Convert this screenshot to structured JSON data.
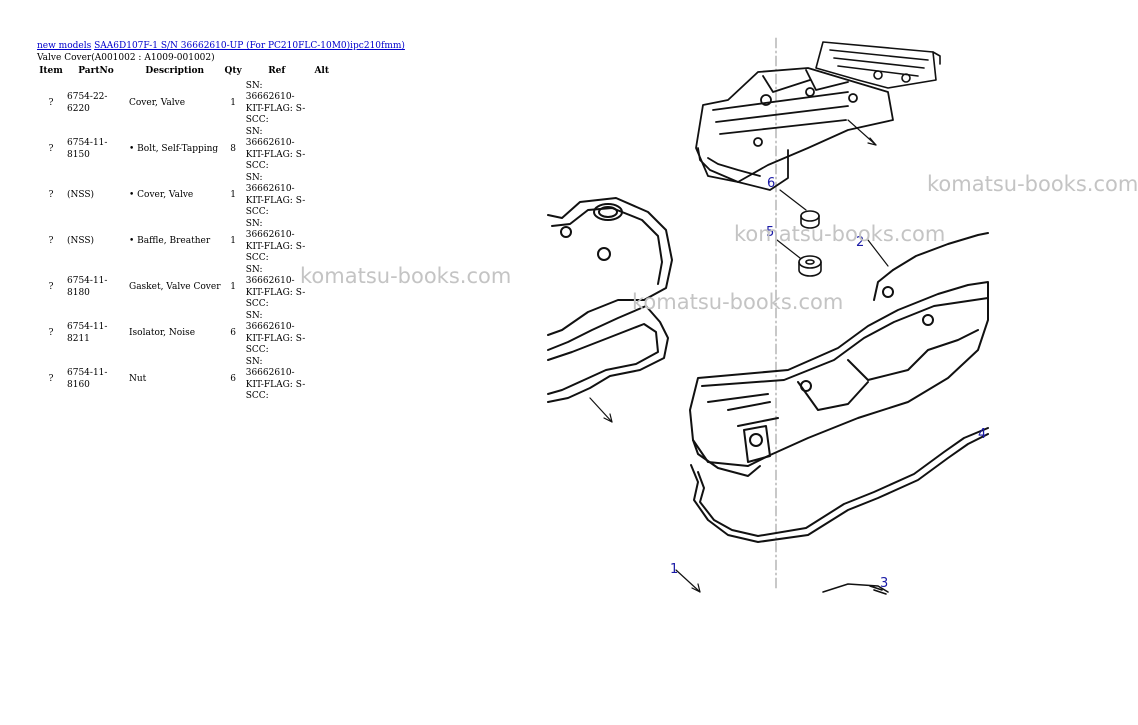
{
  "breadcrumb": {
    "link1": "new models",
    "link2": "SAA6D107F-1 S/N 36662610-UP (For PC210FLC-10M0)ipc210fmm)",
    "subtitle": "Valve Cover(A001002 : A1009-001002)"
  },
  "table": {
    "headers": [
      "Item",
      "PartNo",
      "Description",
      "Qty",
      "Ref",
      "Alt"
    ],
    "rows": [
      {
        "item": "?",
        "part": "6754-22-6220",
        "desc": "Cover, Valve",
        "qty": "1",
        "ref": "SN: 36662610-KIT-FLAG: S-SCC:",
        "alt": ""
      },
      {
        "item": "?",
        "part": "6754-11-8150",
        "desc": "• Bolt, Self-Tapping",
        "qty": "8",
        "ref": "SN: 36662610-KIT-FLAG: S-SCC:",
        "alt": ""
      },
      {
        "item": "?",
        "part": "(NSS)",
        "desc": "• Cover, Valve",
        "qty": "1",
        "ref": "SN: 36662610-KIT-FLAG: S-SCC:",
        "alt": ""
      },
      {
        "item": "?",
        "part": "(NSS)",
        "desc": "• Baffle, Breather",
        "qty": "1",
        "ref": "SN: 36662610-KIT-FLAG: S-SCC:",
        "alt": ""
      },
      {
        "item": "?",
        "part": "6754-11-8180",
        "desc": "Gasket, Valve Cover",
        "qty": "1",
        "ref": "SN: 36662610-KIT-FLAG: S-SCC:",
        "alt": ""
      },
      {
        "item": "?",
        "part": "6754-11-8211",
        "desc": "Isolator, Noise",
        "qty": "6",
        "ref": "SN: 36662610-KIT-FLAG: S-SCC:",
        "alt": ""
      },
      {
        "item": "?",
        "part": "6754-11-8160",
        "desc": "Nut",
        "qty": "6",
        "ref": "SN: 36662610-KIT-FLAG: S-SCC:",
        "alt": ""
      }
    ]
  },
  "diagram": {
    "callouts": [
      "1",
      "2",
      "3",
      "4",
      "5",
      "6"
    ],
    "callout_color": "#1a1aa6"
  },
  "watermarks": [
    "komatsu-books.com",
    "komatsu-books.com",
    "komatsu-books.com",
    "komatsu-books.com"
  ]
}
